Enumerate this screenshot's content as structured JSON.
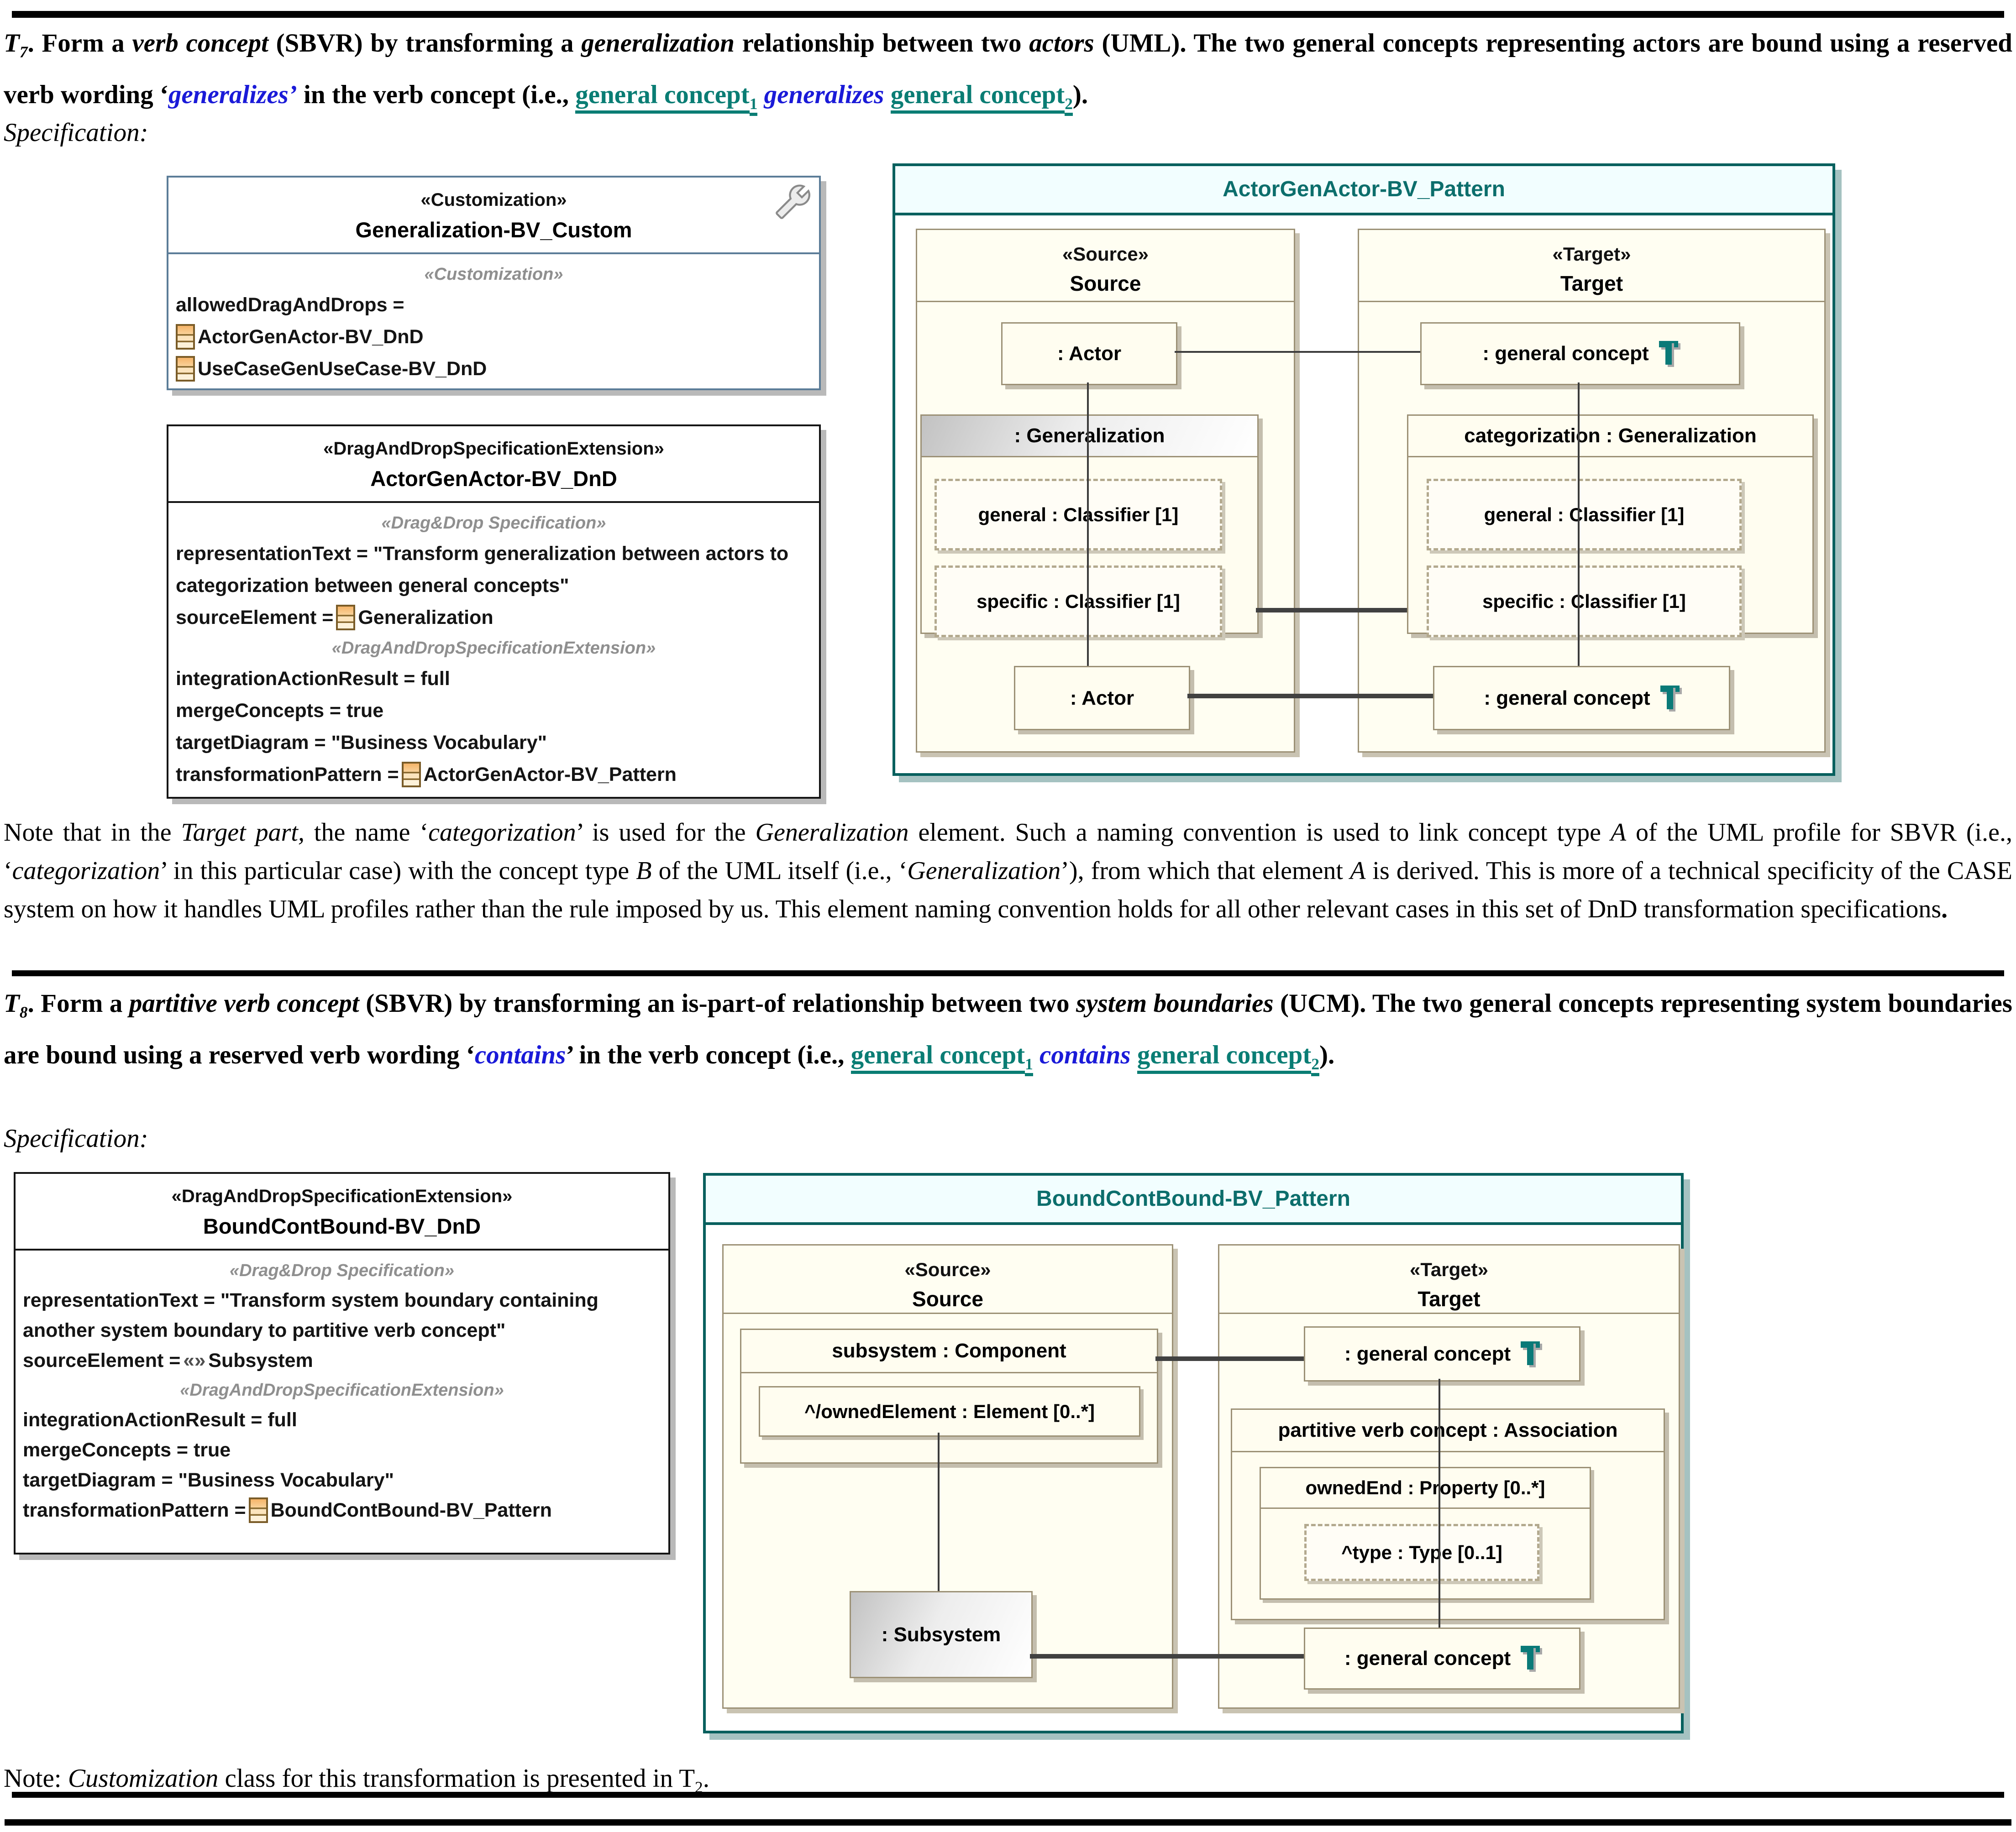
{
  "colors": {
    "teal_border": "#07605e",
    "teal_title": "#0c6e6c",
    "teal_link": "#0a7d74",
    "blue_verb": "#1a1ad8",
    "tan_border": "#9c9176",
    "pattern_header_fill": "#f2feff",
    "custom_box_border": "#5c7d98"
  },
  "spec1": {
    "label": "Specification:"
  },
  "spec2": {
    "label": "Specification:"
  },
  "t7": {
    "segments": [
      {
        "t": "T",
        "s": "bi"
      },
      {
        "t": "7",
        "s": "bisub"
      },
      {
        "t": ". Form a ",
        "s": "b"
      },
      {
        "t": "verb concept",
        "s": "bi"
      },
      {
        "t": " (SBVR) by transforming a ",
        "s": "b"
      },
      {
        "t": "generalization",
        "s": "bi"
      },
      {
        "t": " relationship between two ",
        "s": "b"
      },
      {
        "t": "actors",
        "s": "bi"
      },
      {
        "t": " (UML). The two general concepts representing actors are bound using a reserved verb wording ‘",
        "s": "b"
      },
      {
        "t": "generalizes’",
        "s": "blue"
      },
      {
        "t": " in the verb concept (i.e., ",
        "s": "b"
      },
      {
        "t": "general concept",
        "s": "teal"
      },
      {
        "t": "1",
        "s": "tealsub"
      },
      {
        "t": " ",
        "s": "b"
      },
      {
        "t": "generalizes",
        "s": "blue"
      },
      {
        "t": " ",
        "s": "b"
      },
      {
        "t": "general concept",
        "s": "teal"
      },
      {
        "t": "2",
        "s": "tealsub"
      },
      {
        "t": ").",
        "s": "b"
      }
    ]
  },
  "note": {
    "segments": [
      {
        "t": "Note that in the ",
        "s": "r"
      },
      {
        "t": "Target part,",
        "s": "i"
      },
      {
        "t": " the name ‘",
        "s": "r"
      },
      {
        "t": "categorization",
        "s": "i"
      },
      {
        "t": "’ is used for the ",
        "s": "r"
      },
      {
        "t": "Generalization",
        "s": "i"
      },
      {
        "t": " element. Such a naming convention is used to link concept type ",
        "s": "r"
      },
      {
        "t": "A",
        "s": "i"
      },
      {
        "t": " of the UML profile for SBVR (i.e., ‘",
        "s": "r"
      },
      {
        "t": "categorization",
        "s": "i"
      },
      {
        "t": "’ in this particular case) with the concept type ",
        "s": "r"
      },
      {
        "t": "B",
        "s": "i"
      },
      {
        "t": " of the UML itself (i.e., ‘",
        "s": "r"
      },
      {
        "t": "Generalization",
        "s": "i"
      },
      {
        "t": "’), from which that element ",
        "s": "r"
      },
      {
        "t": "A",
        "s": "i"
      },
      {
        "t": " is derived. This is more of a technical specificity of the CASE system on how it handles UML profiles rather than the rule imposed by us. This element naming convention holds for all other relevant cases in this set of DnD transformation specifications",
        "s": "r"
      },
      {
        "t": ".",
        "s": "b"
      }
    ]
  },
  "t8": {
    "segments": [
      {
        "t": "T",
        "s": "bi"
      },
      {
        "t": "8",
        "s": "bisub"
      },
      {
        "t": ". Form a ",
        "s": "b"
      },
      {
        "t": "partitive verb concept",
        "s": "bi"
      },
      {
        "t": " (SBVR) by transforming an is-part-of relationship between two ",
        "s": "b"
      },
      {
        "t": "system boundaries",
        "s": "bi"
      },
      {
        "t": " (UCM). The two general concepts representing system boundaries are bound using a reserved verb wording ‘",
        "s": "b"
      },
      {
        "t": "contains",
        "s": "blue"
      },
      {
        "t": "’ in the verb concept (i.e., ",
        "s": "b"
      },
      {
        "t": "general concept",
        "s": "teal"
      },
      {
        "t": "1",
        "s": "tealsub"
      },
      {
        "t": " ",
        "s": "b"
      },
      {
        "t": "contains",
        "s": "blue"
      },
      {
        "t": " ",
        "s": "b"
      },
      {
        "t": "general concept",
        "s": "teal"
      },
      {
        "t": "2",
        "s": "tealsub"
      },
      {
        "t": ").",
        "s": "b"
      }
    ]
  },
  "bottom_note": {
    "segments": [
      {
        "t": "Note: ",
        "s": "r"
      },
      {
        "t": "Customization",
        "s": "i"
      },
      {
        "t": " class for this transformation is presented in T",
        "s": "r"
      },
      {
        "t": "2",
        "s": "sub"
      },
      {
        "t": ".",
        "s": "r"
      }
    ]
  },
  "box1": {
    "stereotype": "«Customization»",
    "name": "Generalization-BV_Custom",
    "body_stereotype": "«Customization»",
    "allowed_label": "allowedDragAndDrops =",
    "item1": "ActorGenActor-BV_DnD",
    "item2": "UseCaseGenUseCase-BV_DnD"
  },
  "box2": {
    "stereotype": "«DragAndDropSpecificationExtension»",
    "name": "ActorGenActor-BV_DnD",
    "section1_label": "«Drag&Drop Specification»",
    "representation_text": "representationText = \"Transform generalization between actors to categorization between general concepts\"",
    "source_prefix": "sourceElement = ",
    "source_value": "Generalization",
    "section2_label": "«DragAndDropSpecificationExtension»",
    "attr_integration": "integrationActionResult = full",
    "attr_merge": "mergeConcepts = true",
    "attr_target": "targetDiagram = \"Business Vocabulary\"",
    "pattern_prefix": "transformationPattern = ",
    "pattern_value": "ActorGenActor-BV_Pattern"
  },
  "box4": {
    "stereotype": "«DragAndDropSpecificationExtension»",
    "name": "BoundContBound-BV_DnD",
    "section1_label": "«Drag&Drop Specification»",
    "representation_text": "representationText = \"Transform system boundary containing another system boundary to partitive verb concept\"",
    "source_prefix": "sourceElement = ",
    "source_badge": "«»",
    "source_value": " Subsystem",
    "section2_label": "«DragAndDropSpecificationExtension»",
    "attr_integration": "integrationActionResult = full",
    "attr_merge": "mergeConcepts = true",
    "attr_target": "targetDiagram = \"Business Vocabulary\"",
    "pattern_prefix": "transformationPattern = ",
    "pattern_value": "BoundContBound-BV_Pattern"
  },
  "pattern1": {
    "title": "ActorGenActor-BV_Pattern",
    "source": {
      "stereotype": "«Source»",
      "name": "Source",
      "actor_top": ": Actor",
      "generalization": ": Generalization",
      "general": "general : Classifier [1]",
      "specific": "specific : Classifier [1]",
      "actor_bottom": ": Actor"
    },
    "target": {
      "stereotype": "«Target»",
      "name": "Target",
      "gc_top": ": general concept",
      "categorization": "categorization : Generalization",
      "general": "general : Classifier [1]",
      "specific": "specific : Classifier [1]",
      "gc_bottom": ": general concept"
    }
  },
  "pattern2": {
    "title": "BoundContBound-BV_Pattern",
    "source": {
      "stereotype": "«Source»",
      "name": "Source",
      "component": "subsystem : Component",
      "owned_element": "^/ownedElement : Element [0..*]",
      "subsystem": ": Subsystem"
    },
    "target": {
      "stereotype": "«Target»",
      "name": "Target",
      "gc_top": ": general concept",
      "association": "partitive verb concept : Association",
      "owned_end": "ownedEnd : Property [0..*]",
      "type": "^type : Type [0..1]",
      "gc_bottom": ": general concept"
    }
  }
}
